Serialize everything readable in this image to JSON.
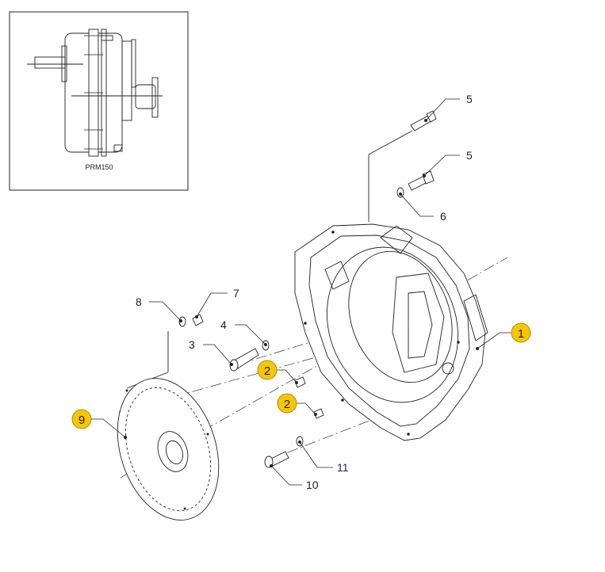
{
  "inset": {
    "model_label": "PRM150"
  },
  "callouts": {
    "c1": "1",
    "c2a": "2",
    "c2b": "2",
    "c3": "3",
    "c4": "4",
    "c5a": "5",
    "c5b": "5",
    "c6": "6",
    "c7": "7",
    "c8": "8",
    "c9": "9",
    "c10": "10",
    "c11": "11"
  },
  "colors": {
    "highlight": "#F7C600",
    "line": "#222222",
    "label_11": "#1a2a5a"
  }
}
